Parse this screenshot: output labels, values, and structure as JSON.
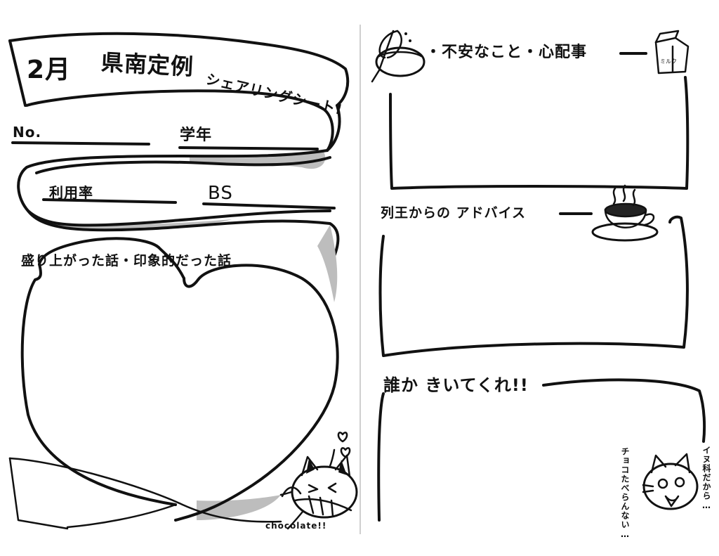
{
  "left_page": {
    "title_month": "2月",
    "title_main": "県南定例",
    "title_sub": "シェアリングシート!",
    "field_no": "No.",
    "field_grade": "学年",
    "field_rate": "利用率",
    "field_bs": "BS",
    "heart_heading": "盛り上がった話・印象的だった話",
    "cat_caption": "chocolate!!"
  },
  "right_page": {
    "worries_heading": "・不安なこと・心配事",
    "milk_label": "ミルク",
    "advice_heading": "列王からの アドバイス",
    "listen_heading": "誰か きいてくれ!!",
    "cat_speech_1": "イヌ科だから…",
    "cat_speech_2": "チョコたべらんない…"
  }
}
